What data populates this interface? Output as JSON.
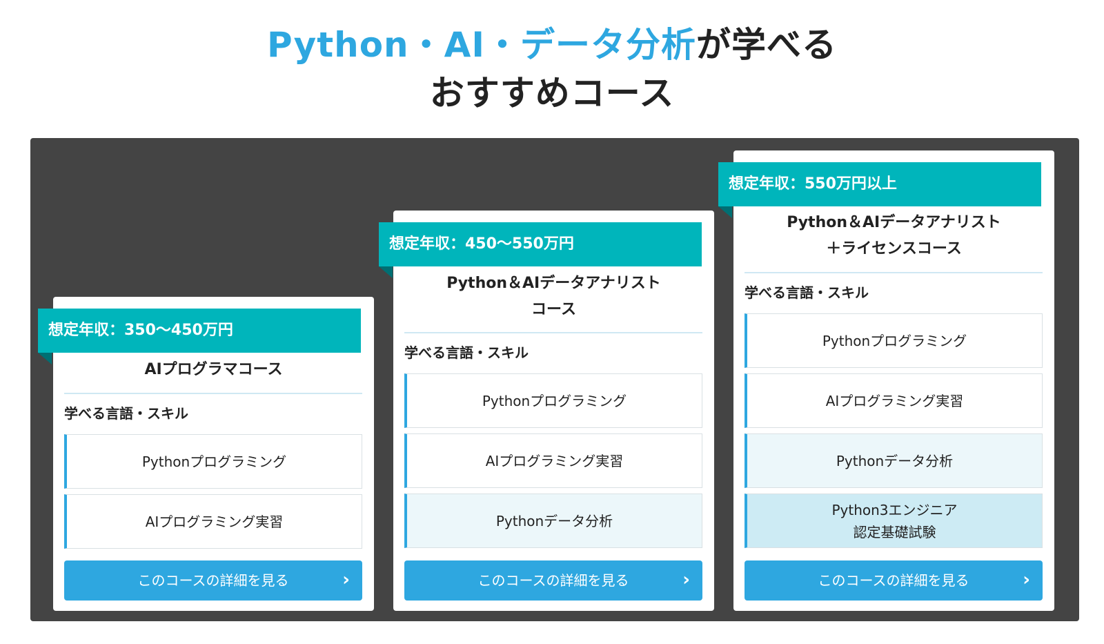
{
  "heading": {
    "accent": "Python・AI・データ分析",
    "rest": "が学べる",
    "line2": "おすすめコース"
  },
  "skills_label": "学べる言語・スキル",
  "button_label": "このコースの詳細を見る",
  "chevron_icon": "chevron-right-icon",
  "colors": {
    "accent": "#2ea7e0",
    "ribbon": "#00b5bb",
    "board": "#444444",
    "tint_light": "#ecf7fa",
    "tint_medium": "#cdebf4"
  },
  "courses": [
    {
      "salary": "想定年収：350〜450万円",
      "title": "AIプログラマコース",
      "skills": [
        "Pythonプログラミング",
        "AIプログラミング実習"
      ]
    },
    {
      "salary": "想定年収：450〜550万円",
      "title": "Python＆AIデータアナリスト\nコース",
      "skills": [
        "Pythonプログラミング",
        "AIプログラミング実習",
        "Pythonデータ分析"
      ]
    },
    {
      "salary": "想定年収：550万円以上",
      "title": "Python＆AIデータアナリスト\n＋ライセンスコース",
      "skills": [
        "Pythonプログラミング",
        "AIプログラミング実習",
        "Pythonデータ分析",
        "Python3エンジニア\n認定基礎試験"
      ]
    }
  ]
}
